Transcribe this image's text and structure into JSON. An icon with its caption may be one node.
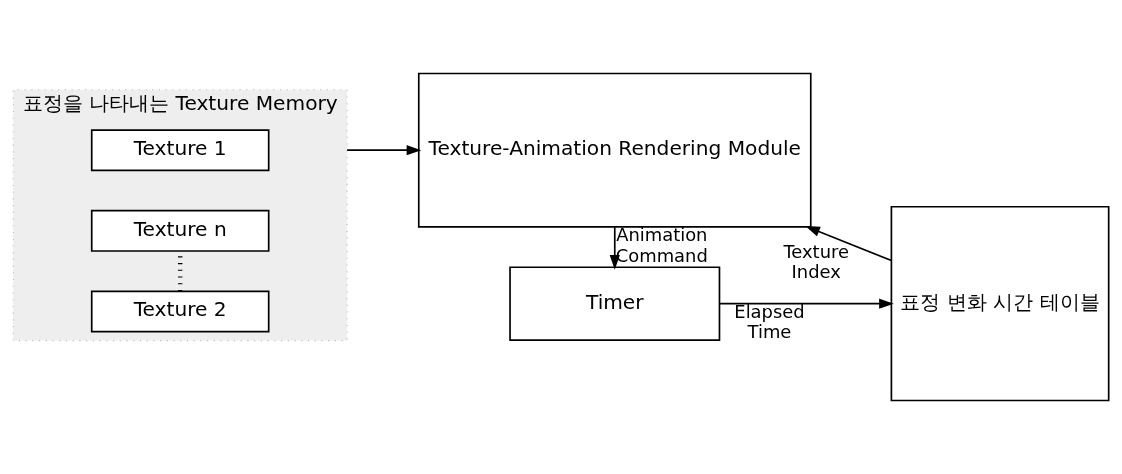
{
  "diagram": {
    "nodes": [
      {
        "text": [
          "표정을 나타내는 Texture Memory"
        ]
      },
      {
        "text": [
          "Texture 1"
        ],
        "in": 0
      },
      {
        "text": [
          "Texture 2"
        ],
        "in": 0
      },
      {
        "text": [
          "Texture n"
        ],
        "in": 0
      },
      {
        "text": [
          "Texture-Animation Rendering Module"
        ]
      },
      {
        "text": [
          "Timer"
        ]
      },
      {
        "text": [
          "표정 변화 시간 테이블"
        ]
      }
    ],
    "edges": [
      {
        "from": 0,
        "to": 4,
        "arrow": "to"
      },
      {
        "from": 2,
        "to": 3,
        "arrow": "none",
        "style": "dashed"
      },
      {
        "from": 6,
        "to": 4,
        "arrow": "to",
        "label": "Texture Index"
      },
      {
        "from": 4,
        "to": 5,
        "arrow": "to",
        "label": "Animation Command"
      },
      {
        "from": 5,
        "to": 6,
        "arrow": "to",
        "label": "Elapsed Time"
      }
    ]
  }
}
